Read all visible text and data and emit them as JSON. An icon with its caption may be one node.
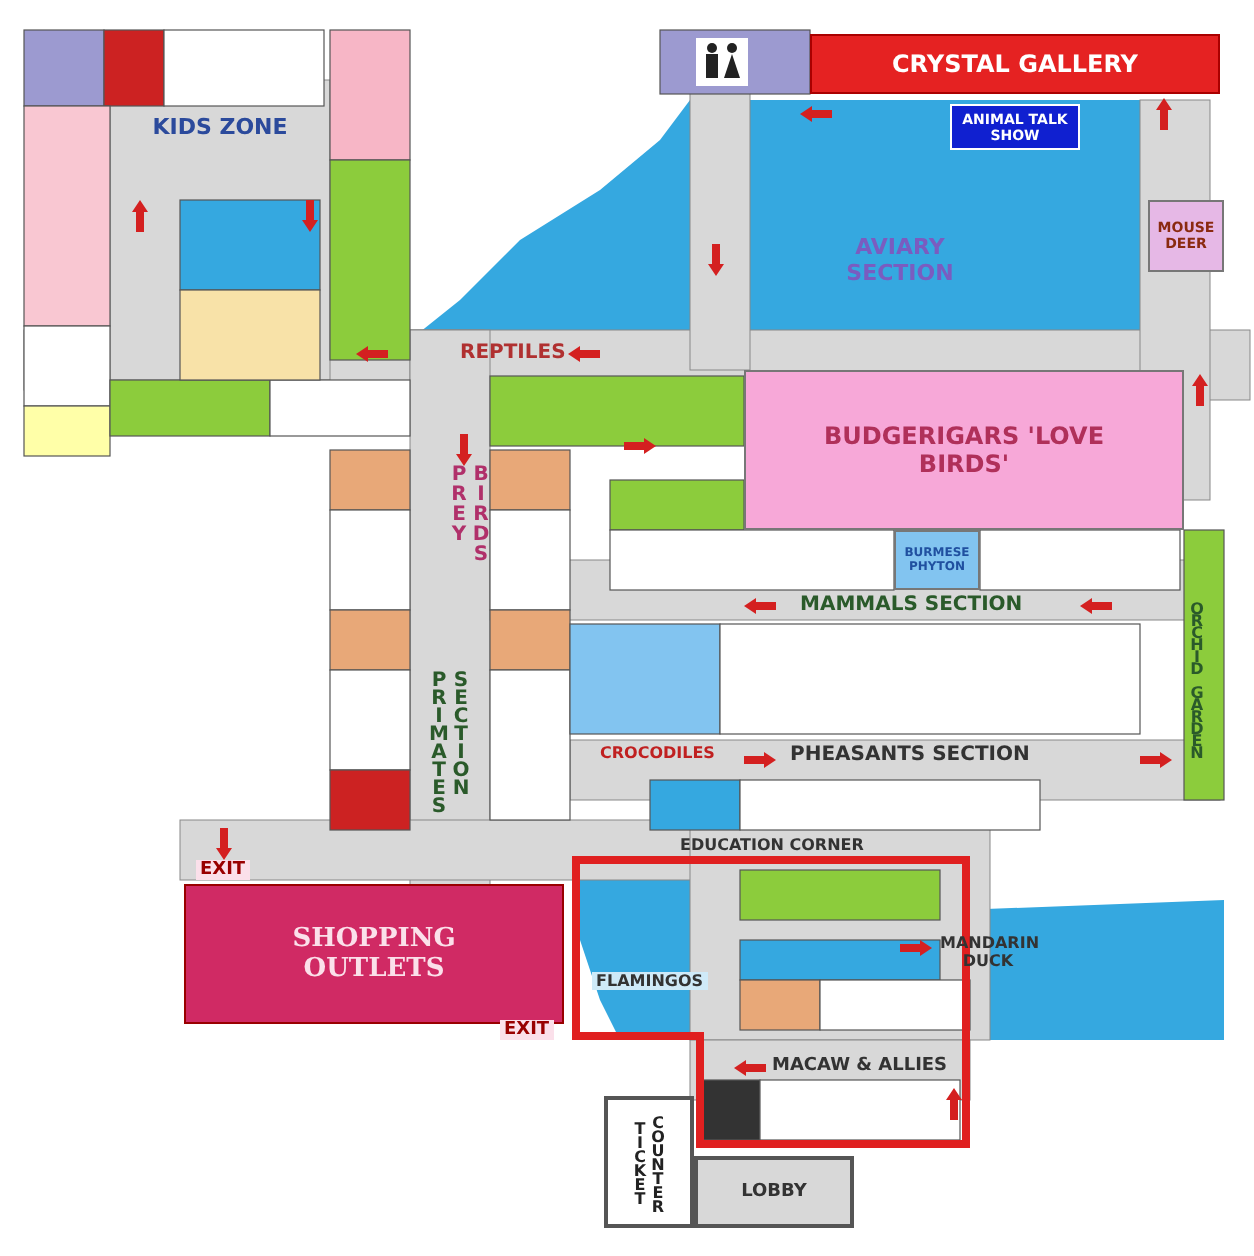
{
  "diagram": {
    "nodes": [
      {
        "text": [
          "KIDS ZONE"
        ]
      },
      {
        "text": [
          "CRYSTAL GALLERY"
        ]
      },
      {
        "text": [
          "AVIARY SECTION"
        ]
      },
      {
        "text": [
          "ANIMAL TALK SHOW"
        ],
        "in": 2
      },
      {
        "text": [
          "MOUSE DEER"
        ]
      },
      {
        "text": [
          "BUDGERIGARS 'LOVE BIRDS'"
        ]
      },
      {
        "text": [
          "BURMESE PHYTON"
        ]
      },
      {
        "text": [
          "SHOPPING OUTLETS"
        ]
      },
      {
        "text": [
          "TICKET COUNTER"
        ]
      },
      {
        "text": [
          "LOBBY"
        ]
      }
    ],
    "labels": [
      "REPTILES",
      "PREY BIRDS",
      "MAMMALS SECTION",
      "ORCHID GARDEN",
      "PRIMATES SECTION",
      "CROCODILES",
      "PHEASANTS SECTION",
      "EDUCATION CORNER",
      "EXIT",
      "FLAMINGOS",
      "MANDARIN DUCK",
      "EXIT",
      "MACAW & ALLIES"
    ]
  }
}
